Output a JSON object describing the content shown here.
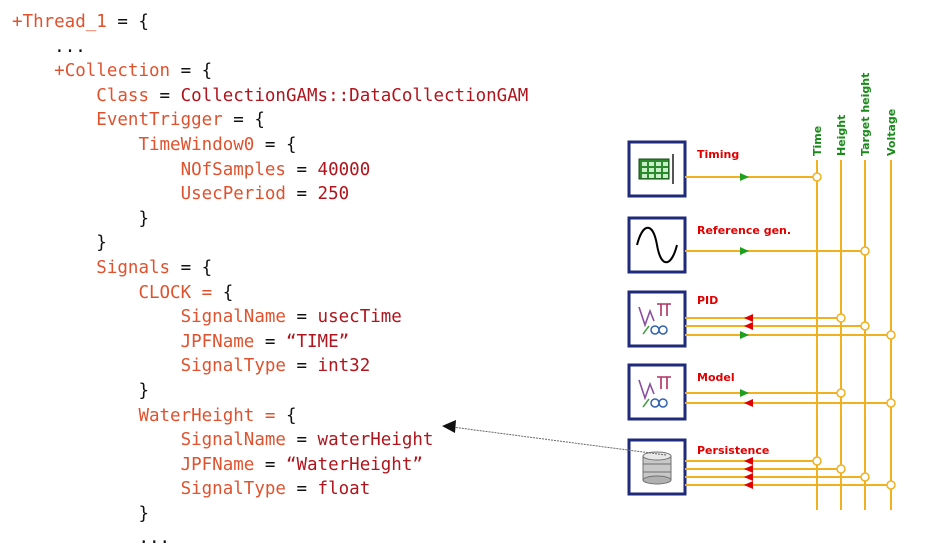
{
  "code_lines": [
    {
      "indent": 0,
      "key": "+Thread_1",
      "op": " = {",
      "value": ""
    },
    {
      "indent": 1,
      "key": "",
      "op": "...",
      "value": ""
    },
    {
      "indent": 1,
      "key": "+Collection",
      "op": " = {",
      "value": ""
    },
    {
      "indent": 2,
      "key": "Class",
      "op": " = ",
      "value": "CollectionGAMs::DataCollectionGAM"
    },
    {
      "indent": 2,
      "key": "EventTrigger",
      "op": " = {",
      "value": ""
    },
    {
      "indent": 3,
      "key": "TimeWindow0",
      "op": " = {",
      "value": ""
    },
    {
      "indent": 4,
      "key": "NOfSamples",
      "op": " = ",
      "value": "40000"
    },
    {
      "indent": 4,
      "key": "UsecPeriod",
      "op": " = ",
      "value": "250"
    },
    {
      "indent": 3,
      "key": "",
      "op": "}",
      "value": ""
    },
    {
      "indent": 2,
      "key": "",
      "op": "}",
      "value": ""
    },
    {
      "indent": 2,
      "key": "Signals",
      "op": " = {",
      "value": ""
    },
    {
      "indent": 3,
      "key": "CLOCK = ",
      "op": "{",
      "value": ""
    },
    {
      "indent": 4,
      "key": "SignalName",
      "op": " = ",
      "value": "usecTime"
    },
    {
      "indent": 4,
      "key": "JPFName",
      "op": " = ",
      "value": "“TIME”"
    },
    {
      "indent": 4,
      "key": "SignalType",
      "op": " = ",
      "value": "int32"
    },
    {
      "indent": 3,
      "key": "",
      "op": "}",
      "value": ""
    },
    {
      "indent": 3,
      "key": "WaterHeight = ",
      "op": "{",
      "value": ""
    },
    {
      "indent": 4,
      "key": "SignalName",
      "op": " = ",
      "value": "waterHeight"
    },
    {
      "indent": 4,
      "key": "JPFName",
      "op": " = ",
      "value": "“WaterHeight”"
    },
    {
      "indent": 4,
      "key": "SignalType",
      "op": " = ",
      "value": "float"
    },
    {
      "indent": 3,
      "key": "",
      "op": "}",
      "value": ""
    },
    {
      "indent": 3,
      "key": "",
      "op": "...",
      "value": ""
    }
  ],
  "diagram": {
    "modules": [
      {
        "label": "Timing",
        "icon": "timing-board-icon"
      },
      {
        "label": "Reference gen.",
        "icon": "sine-wave-icon"
      },
      {
        "label": "PID",
        "icon": "math-formula-icon"
      },
      {
        "label": "Model",
        "icon": "math-formula-icon"
      },
      {
        "label": "Persistence",
        "icon": "database-icon"
      }
    ],
    "buses": [
      "Time",
      "Height",
      "Target height",
      "Voltage"
    ],
    "colors": {
      "bus": "#f0b020",
      "module_border": "#1f2a7a",
      "arrow_out": "#1ea01e",
      "arrow_in": "#e00000",
      "label": "#e00000",
      "bus_label": "#1a8a1a"
    }
  }
}
